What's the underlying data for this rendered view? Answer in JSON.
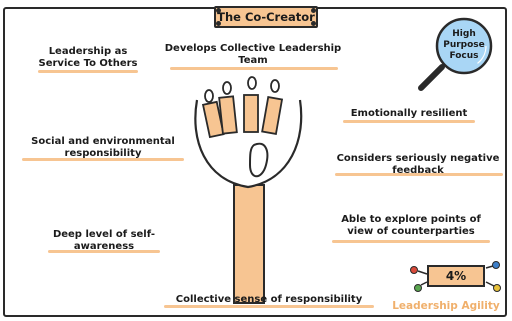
{
  "title": "The Co-Creator",
  "badge": {
    "text": "High\nPurpose\nFocus"
  },
  "labels": {
    "leadership_service": "Leadership as\nService To Others",
    "collective_team": "Develops Collective Leadership\nTeam",
    "emotionally_resilient": "Emotionally resilient",
    "social_env": "Social and environmental\nresponsibility",
    "negative_feedback": "Considers seriously negative\nfeedback",
    "self_awareness": "Deep level of self-\nawareness",
    "counterparties": "Able to explore points of\nview of counterparties",
    "collective_sense": "Collective sense of responsibility"
  },
  "metric": {
    "value": "4%",
    "caption": "Leadership Agility"
  },
  "colors": {
    "accent": "#f7c592",
    "accent_text": "#f0b06c",
    "badge_fill": "#a9d6f5",
    "ink": "#2a2a2a"
  }
}
